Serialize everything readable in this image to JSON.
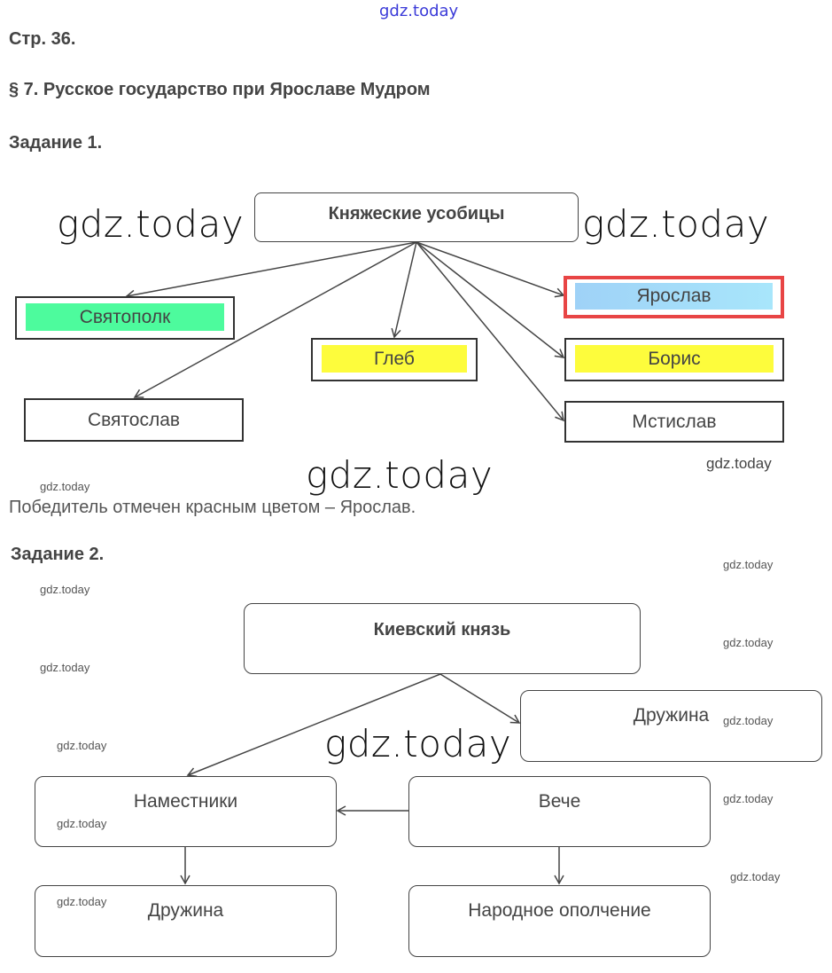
{
  "watermark": "gdz.today",
  "header": {
    "page": "Стр. 36.",
    "section": "§ 7. Русское государство при Ярославе Мудром",
    "task1": "Задание 1.",
    "task2": "Задание 2."
  },
  "diagram1": {
    "root": "Княжеские усобицы",
    "nodes": [
      {
        "label": "Святополк",
        "fill": "#4dfb9d"
      },
      {
        "label": "Глеб",
        "fill": "#fdfc3c"
      },
      {
        "label": "Святослав",
        "fill": "#ffffff"
      },
      {
        "label": "Ярослав",
        "fill": "#a8e6fb",
        "border": "#e84545"
      },
      {
        "label": "Борис",
        "fill": "#fdfc3c"
      },
      {
        "label": "Мстислав",
        "fill": "#ffffff"
      }
    ],
    "answer": "Победитель отмечен красным цветом – Ярослав."
  },
  "diagram2": {
    "root": "Киевский князь",
    "nodes": [
      "Дружина",
      "Наместники",
      "Вече",
      "Дружина",
      "Народное ополчение"
    ]
  }
}
